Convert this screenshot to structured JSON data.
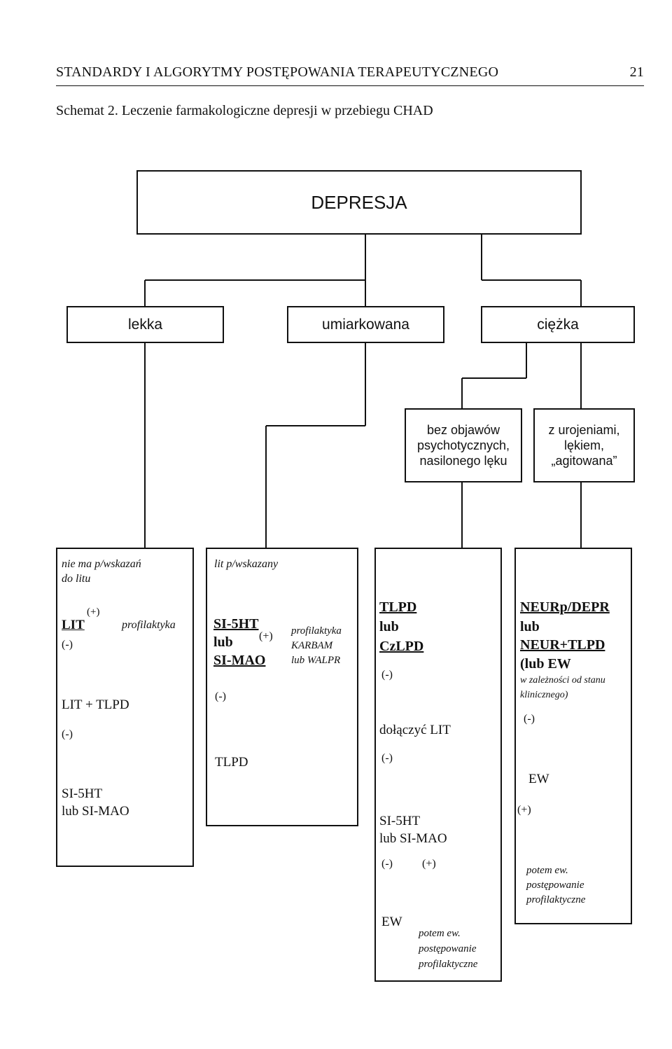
{
  "header": {
    "title": "STANDARDY I ALGORYTMY POSTĘPOWANIA TERAPEUTYCZNEGO",
    "page_number": "21"
  },
  "caption": "Schemat 2. Leczenie farmakologiczne depresji w przebiegu CHAD",
  "root": "DEPRESJA",
  "severity": {
    "mild": "lekka",
    "moderate": "umiarkowana",
    "severe": "ciężka"
  },
  "severe_sub": {
    "a": [
      "bez objawów",
      "psychotycznych,",
      "nasilonego lęku"
    ],
    "b": [
      "z urojeniami,",
      "lękiem,",
      "„agitowana”"
    ]
  },
  "col1": {
    "note": [
      "nie ma p/wskazań",
      "do litu"
    ],
    "lit": "LIT",
    "plus": "(+)",
    "prof": "profilaktyka",
    "minus1": "(-)",
    "step2": "LIT + TLPD",
    "minus2": "(-)",
    "step3": [
      "SI-5HT",
      "lub SI-MAO"
    ]
  },
  "col2": {
    "note": "lit p/wskazany",
    "drug1": "SI-5HT",
    "lub": "lub",
    "plus": "(+)",
    "drug2": "SI-MAO",
    "prof": [
      "profilaktyka",
      "KARBAM",
      "lub WALPR"
    ],
    "minus": "(-)",
    "step2": "TLPD"
  },
  "col3": {
    "drug1": "TLPD",
    "lub": "lub",
    "drug2": "CzLPD",
    "minus1": "(-)",
    "step2": "dołączyć LIT",
    "minus2": "(-)",
    "step3": [
      "SI-5HT",
      "lub SI-MAO"
    ],
    "minus3": "(-)",
    "plus3": "(+)",
    "ew": "EW",
    "prof": [
      "potem ew.",
      "postępowanie",
      "profilaktyczne"
    ]
  },
  "col4": {
    "drug1": "NEURp/DEPR",
    "lub": "lub",
    "drug2": "NEUR+TLPD",
    "ew_paren": "(lub EW",
    "ew_note": [
      "w zależności od stanu",
      "klinicznego)"
    ],
    "minus": "(-)",
    "ew": "EW",
    "plus": "(+)",
    "prof": [
      "potem ew.",
      "postępowanie",
      "profilaktyczne"
    ]
  }
}
